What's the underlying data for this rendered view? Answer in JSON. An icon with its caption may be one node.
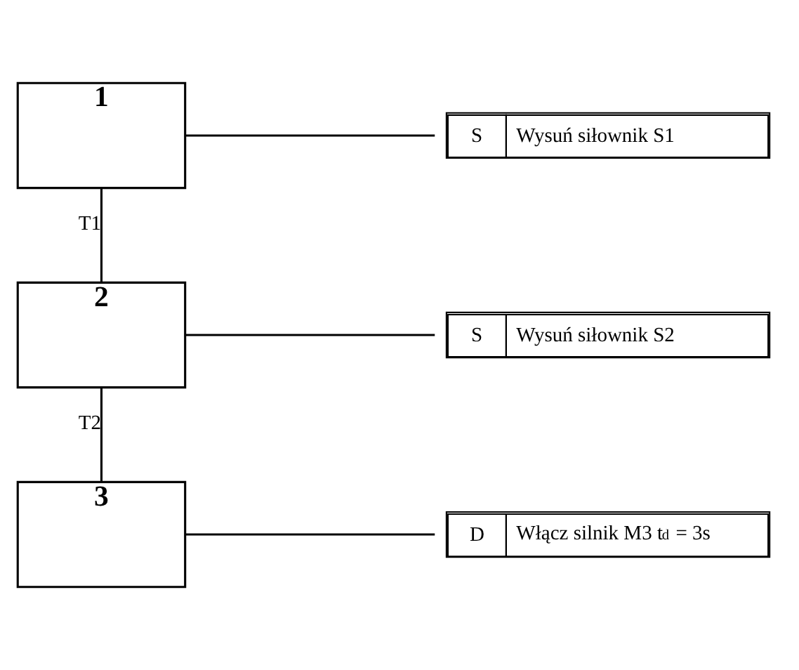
{
  "diagram": {
    "nodes": [
      {
        "text": [
          "1"
        ]
      },
      {
        "text": [
          "S",
          "Wysuń siłownik S1"
        ]
      },
      {
        "text": [
          "2"
        ]
      },
      {
        "text": [
          "S",
          "Wysuń siłownik S2"
        ]
      },
      {
        "text": [
          "3"
        ]
      },
      {
        "text": [
          "D",
          "Włącz silnik M3 t$_{d}$ = 3s"
        ]
      }
    ],
    "edges": [
      {
        "from": 0,
        "to": 1,
        "arrow": "none"
      },
      {
        "from": 0,
        "to": 2,
        "arrow": "none",
        "label": "T1"
      },
      {
        "from": 2,
        "to": 3,
        "arrow": "none"
      },
      {
        "from": 2,
        "to": 4,
        "arrow": "none",
        "label": "T2"
      },
      {
        "from": 4,
        "to": 5,
        "arrow": "none"
      }
    ]
  }
}
